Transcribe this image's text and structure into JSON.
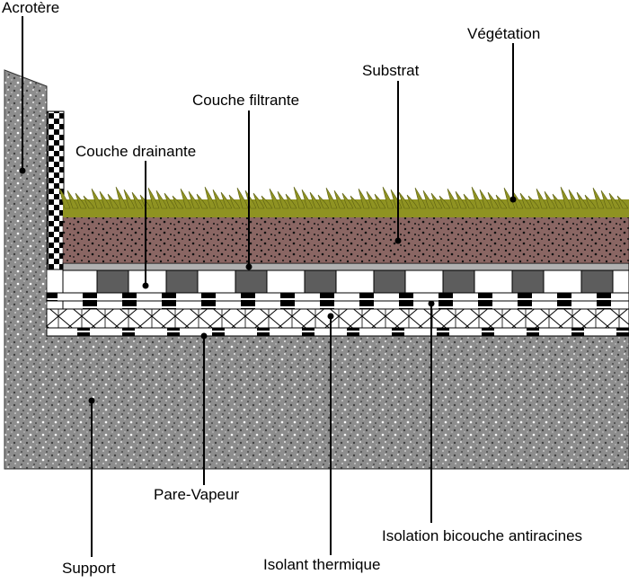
{
  "labels": {
    "acrotere": "Acrotère",
    "vegetation": "Végétation",
    "substrat": "Substrat",
    "couche_filtrante": "Couche filtrante",
    "couche_drainante": "Couche drainante",
    "pare_vapeur": "Pare-Vapeur",
    "isolation_bicouche": "Isolation bicouche antiracines",
    "isolant_thermique": "Isolant thermique",
    "support": "Support"
  },
  "colors": {
    "concrete": "#8d8d8d",
    "vegetation": "#8f9322",
    "substrat": "#8a6663",
    "filter_layer": "#b0b0b0",
    "drain_block": "#5d5d5d",
    "leader_line": "#000000"
  }
}
